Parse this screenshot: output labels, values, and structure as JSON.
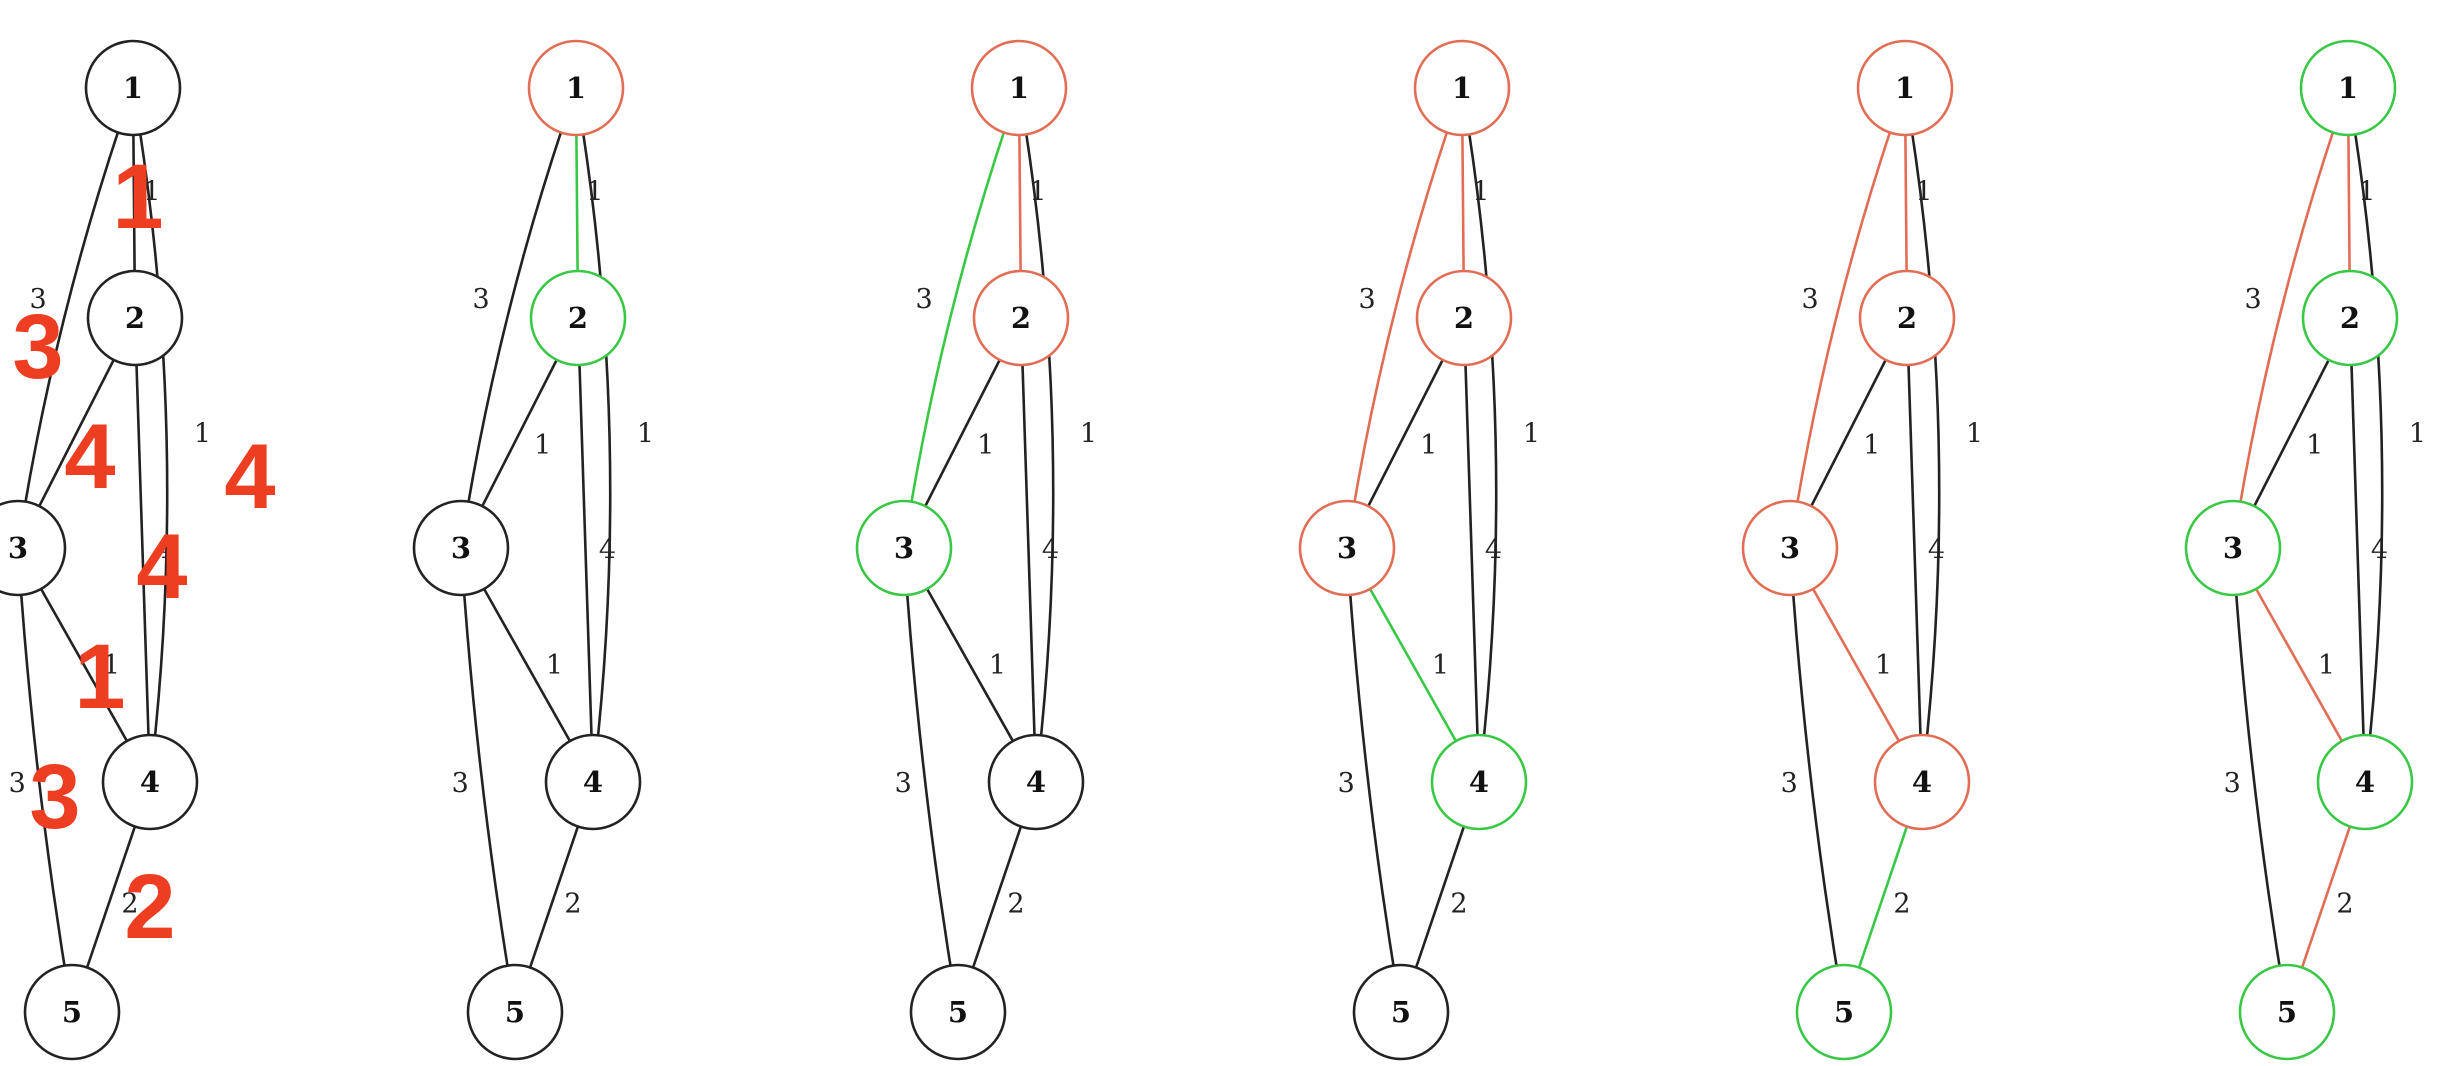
{
  "colors": {
    "default": "#222222",
    "visited": "#e26d55",
    "frontier": "#39c845",
    "annotation": "#ee3e22"
  },
  "nodes": [
    "1",
    "2",
    "3",
    "4",
    "5"
  ],
  "edges": [
    {
      "id": "1-2",
      "from": "1",
      "to": "2",
      "weight": "1"
    },
    {
      "id": "1-3",
      "from": "1",
      "to": "3",
      "weight": "3"
    },
    {
      "id": "1-4",
      "from": "1",
      "to": "4",
      "weight": "1"
    },
    {
      "id": "2-3",
      "from": "2",
      "to": "3",
      "weight": "1"
    },
    {
      "id": "2-4",
      "from": "2",
      "to": "4",
      "weight": "4"
    },
    {
      "id": "3-4",
      "from": "3",
      "to": "4",
      "weight": "1"
    },
    {
      "id": "3-5",
      "from": "3",
      "to": "5",
      "weight": "3"
    },
    {
      "id": "4-5",
      "from": "4",
      "to": "5",
      "weight": "2"
    }
  ],
  "panels": [
    {
      "nodes": {
        "1": "default",
        "2": "default",
        "3": "default",
        "4": "default",
        "5": "default"
      },
      "edges": {},
      "annotations": [
        {
          "edge": "1-2",
          "text": "1"
        },
        {
          "edge": "1-3",
          "text": "3"
        },
        {
          "edge": "1-4",
          "text": "4"
        },
        {
          "edge": "2-3",
          "text": "4"
        },
        {
          "edge": "2-4",
          "text": "4"
        },
        {
          "edge": "3-4",
          "text": "1"
        },
        {
          "edge": "3-5",
          "text": "3"
        },
        {
          "edge": "4-5",
          "text": "2"
        }
      ]
    },
    {
      "nodes": {
        "1": "visited",
        "2": "frontier",
        "3": "default",
        "4": "default",
        "5": "default"
      },
      "edges": {
        "1-2": "frontier"
      },
      "annotations": []
    },
    {
      "nodes": {
        "1": "visited",
        "2": "visited",
        "3": "frontier",
        "4": "default",
        "5": "default"
      },
      "edges": {
        "1-2": "visited",
        "1-3": "frontier"
      },
      "annotations": []
    },
    {
      "nodes": {
        "1": "visited",
        "2": "visited",
        "3": "visited",
        "4": "frontier",
        "5": "default"
      },
      "edges": {
        "1-2": "visited",
        "1-3": "visited",
        "3-4": "frontier"
      },
      "annotations": []
    },
    {
      "nodes": {
        "1": "visited",
        "2": "visited",
        "3": "visited",
        "4": "visited",
        "5": "frontier"
      },
      "edges": {
        "1-2": "visited",
        "1-3": "visited",
        "3-4": "visited",
        "4-5": "frontier"
      },
      "annotations": []
    },
    {
      "nodes": {
        "1": "frontier",
        "2": "frontier",
        "3": "frontier",
        "4": "frontier",
        "5": "frontier"
      },
      "edges": {
        "1-2": "visited",
        "1-3": "visited",
        "3-4": "visited",
        "4-5": "visited"
      },
      "annotations": []
    }
  ]
}
